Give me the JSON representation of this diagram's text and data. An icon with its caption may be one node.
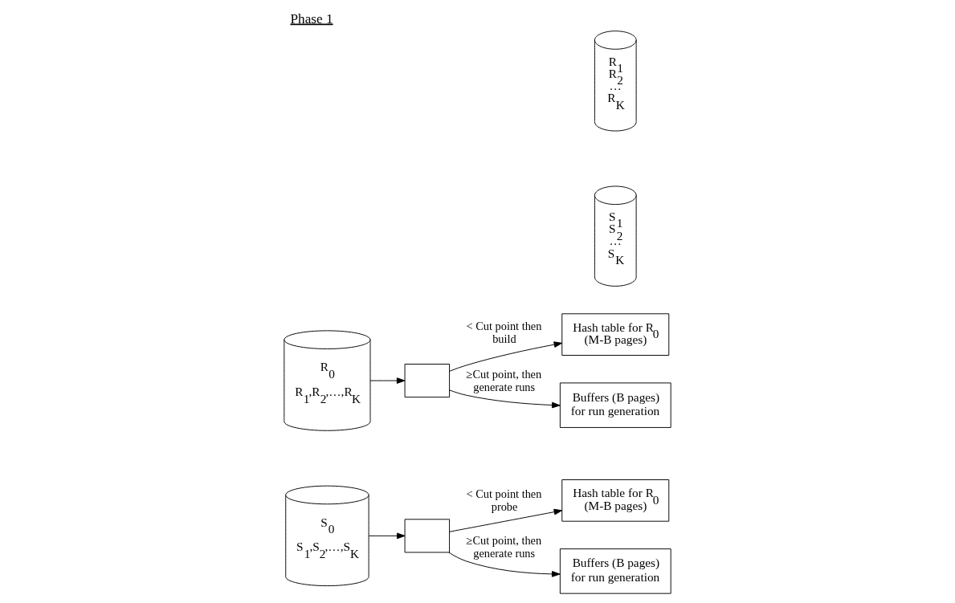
{
  "diagram": {
    "title": "Phase 1",
    "nodes": [
      {
        "text": [
          "R$_{0}$",
          "R$_{1}$,R$_{2}$,…,R$_{K}$"
        ]
      },
      {
        "text": [],
        "shape": "box"
      },
      {
        "text": [
          "Hash table for R$_{0}$ (M-B pages)"
        ]
      },
      {
        "text": [
          "Buffers (B pages) for run generation"
        ]
      },
      {
        "text": [
          "R$_{1}$",
          "R$_{2}$",
          "…",
          "R$_{K}$"
        ]
      },
      {
        "text": [
          "S$_{0}$",
          "S$_{1}$,S$_{2}$,…,S$_{K}$"
        ]
      },
      {
        "text": [],
        "shape": "box"
      },
      {
        "text": [
          "Hash table for R$_{0}$ (M-B pages)"
        ]
      },
      {
        "text": [
          "Buffers (B pages) for run generation"
        ]
      },
      {
        "text": [
          "S$_{1}$",
          "S$_{2}$",
          "…",
          "S$_{K}$"
        ]
      }
    ],
    "edges": [
      {
        "from": 0,
        "to": 1,
        "arrow": "to"
      },
      {
        "from": 1,
        "to": 2,
        "arrow": "to",
        "label": "< Cut point then build"
      },
      {
        "from": 1,
        "to": 3,
        "arrow": "to",
        "label": "≥Cut point, then generate runs"
      },
      {
        "from": 5,
        "to": 6,
        "arrow": "to"
      },
      {
        "from": 6,
        "to": 7,
        "arrow": "to",
        "label": "< Cut point then probe"
      },
      {
        "from": 6,
        "to": 8,
        "arrow": "to",
        "label": "≥Cut point, then generate runs"
      }
    ]
  }
}
